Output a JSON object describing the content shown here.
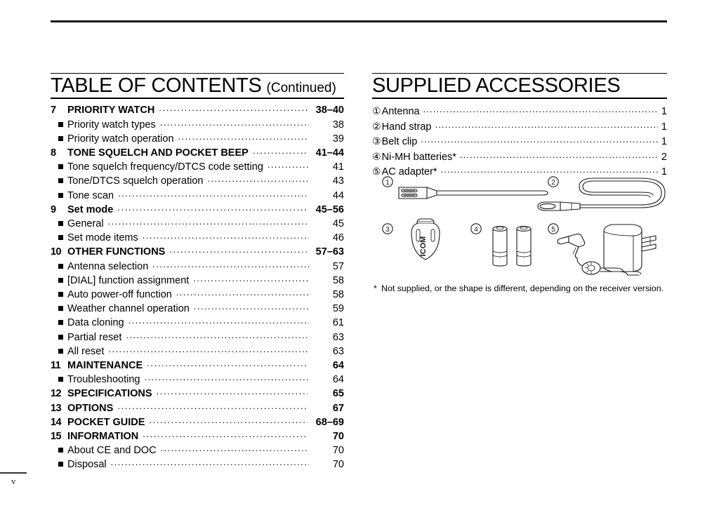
{
  "page": {
    "folio": "v"
  },
  "toc": {
    "heading_main": "TABLE OF CONTENTS",
    "heading_sub": "(Continued)",
    "entries": [
      {
        "kind": "chapter",
        "num": "7",
        "title": "PRIORITY WATCH",
        "page": "38–40"
      },
      {
        "kind": "sub",
        "num": "",
        "title": "Priority watch types",
        "page": "38"
      },
      {
        "kind": "sub",
        "num": "",
        "title": "Priority watch operation",
        "page": "39"
      },
      {
        "kind": "chapter",
        "num": "8",
        "title": "TONE SQUELCH AND POCKET BEEP",
        "page": "41–44"
      },
      {
        "kind": "sub",
        "num": "",
        "title": "Tone squelch frequency/DTCS code setting",
        "page": "41"
      },
      {
        "kind": "sub",
        "num": "",
        "title": "Tone/DTCS squelch operation",
        "page": "43"
      },
      {
        "kind": "sub",
        "num": "",
        "title": "Tone scan",
        "page": "44"
      },
      {
        "kind": "chapter",
        "num": "9",
        "title": "Set mode",
        "page": "45–56"
      },
      {
        "kind": "sub",
        "num": "",
        "title": "General",
        "page": "45"
      },
      {
        "kind": "sub",
        "num": "",
        "title": "Set mode items",
        "page": "46"
      },
      {
        "kind": "chapter",
        "num": "10",
        "title": "OTHER FUNCTIONS",
        "page": "57–63"
      },
      {
        "kind": "sub",
        "num": "",
        "title": "Antenna selection",
        "page": "57"
      },
      {
        "kind": "sub",
        "num": "",
        "title": "[DIAL] function assignment",
        "page": "58"
      },
      {
        "kind": "sub",
        "num": "",
        "title": "Auto power-off function",
        "page": "58"
      },
      {
        "kind": "sub",
        "num": "",
        "title": "Weather channel operation",
        "page": "59"
      },
      {
        "kind": "sub",
        "num": "",
        "title": "Data cloning",
        "page": "61"
      },
      {
        "kind": "sub",
        "num": "",
        "title": "Partial reset",
        "page": "63"
      },
      {
        "kind": "sub",
        "num": "",
        "title": "All reset",
        "page": "63"
      },
      {
        "kind": "chapter",
        "num": "11",
        "title": "MAINTENANCE",
        "page": "64"
      },
      {
        "kind": "sub",
        "num": "",
        "title": "Troubleshooting",
        "page": "64"
      },
      {
        "kind": "chapter",
        "num": "12",
        "title": "SPECIFICATIONS",
        "page": "65"
      },
      {
        "kind": "chapter",
        "num": "13",
        "title": "OPTIONS",
        "page": "67"
      },
      {
        "kind": "chapter",
        "num": "14",
        "title": "POCKET GUIDE",
        "page": "68–69"
      },
      {
        "kind": "chapter",
        "num": "15",
        "title": "INFORMATION",
        "page": "70"
      },
      {
        "kind": "sub",
        "num": "",
        "title": "About CE and DOC",
        "page": "70"
      },
      {
        "kind": "sub",
        "num": "",
        "title": "Disposal",
        "page": "70"
      }
    ]
  },
  "accessories": {
    "heading_main": "SUPPLIED ACCESSORIES",
    "items": [
      {
        "marker": "①",
        "name": "Antenna",
        "qty": "1"
      },
      {
        "marker": "②",
        "name": "Hand strap",
        "qty": "1"
      },
      {
        "marker": "③",
        "name": "Belt clip",
        "qty": "1"
      },
      {
        "marker": "④",
        "name": "Ni-MH batteries*",
        "qty": "2"
      },
      {
        "marker": "⑤",
        "name": "AC adapter*",
        "qty": "1"
      }
    ],
    "figure_labels": {
      "antenna": "①",
      "hand_strap": "②",
      "belt_clip": "③",
      "batteries": "④",
      "ac_adapter": "⑤",
      "belt_clip_brand": "ICOM"
    },
    "footnote_marker": "*",
    "footnote": "Not supplied, or the shape is different, depending on the receiver version."
  }
}
